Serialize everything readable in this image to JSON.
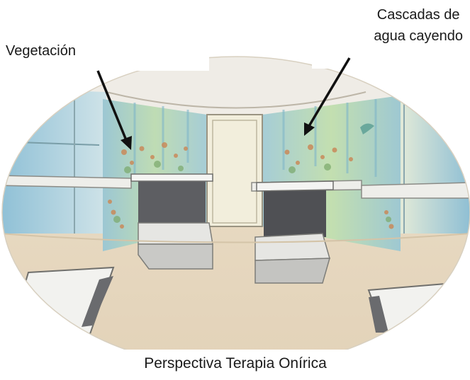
{
  "labels": {
    "vegetation": "Vegetación",
    "waterfalls_line1": "Cascadas de",
    "waterfalls_line2": "agua cayendo"
  },
  "caption": "Perspectiva Terapia Onírica",
  "colors": {
    "floor": "#e8dbc6",
    "ceiling": "#efece6",
    "wall_blue": "#a9cfd8",
    "wall_green": "#b9d8a8",
    "vegetation": "#c98a5a",
    "bed": "#d9d9d9",
    "arrow": "#111111"
  }
}
